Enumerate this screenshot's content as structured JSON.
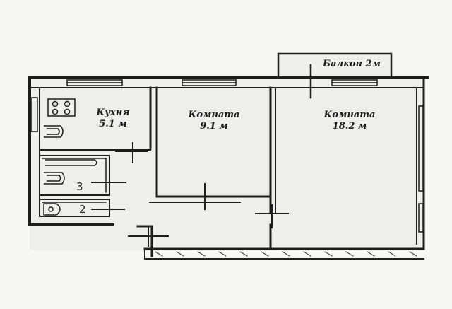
{
  "floorplan": {
    "rooms": [
      {
        "id": "kitchen",
        "name": "Кухня",
        "area": "5.1 м"
      },
      {
        "id": "room-small",
        "name": "Комната",
        "area": "9.1 м"
      },
      {
        "id": "room-large",
        "name": "Комната",
        "area": "18.2 м"
      }
    ],
    "balcony": {
      "label": "Балкон 2м"
    },
    "fixtures": {
      "bath_number": "3",
      "toilet_number": "2"
    },
    "colors": {
      "wall": "#1e1e1e",
      "background": "#f7f7f5",
      "floor_tint": "#ebebea"
    }
  }
}
